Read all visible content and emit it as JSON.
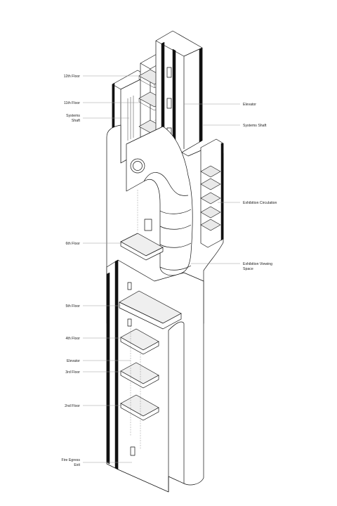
{
  "labels_left": {
    "floor12": "12th Floor",
    "floor11": "11th Floor",
    "systems_shaft_line1": "Systems",
    "systems_shaft_line2": "Shaft",
    "floor6": "6th Floor",
    "floor5": "5th Floor",
    "floor4": "4th Floor",
    "elevator": "Elevator",
    "floor3": "3rd Floor",
    "floor2": "2nd Floor",
    "fire_egress_line1": "Fire Egress",
    "fire_egress_line2": "Exit"
  },
  "labels_right": {
    "elevator": "Elevator",
    "systems_shaft": "Systems Shaft",
    "exhibition_circulation": "Exhibition Circulation",
    "exhibition_viewing_line1": "Exhibition Viewing",
    "exhibition_viewing_line2": "Space"
  },
  "colors": {
    "line": "#111111",
    "leader": "#9a9a9a",
    "slab": "#efefef",
    "background": "#ffffff"
  }
}
